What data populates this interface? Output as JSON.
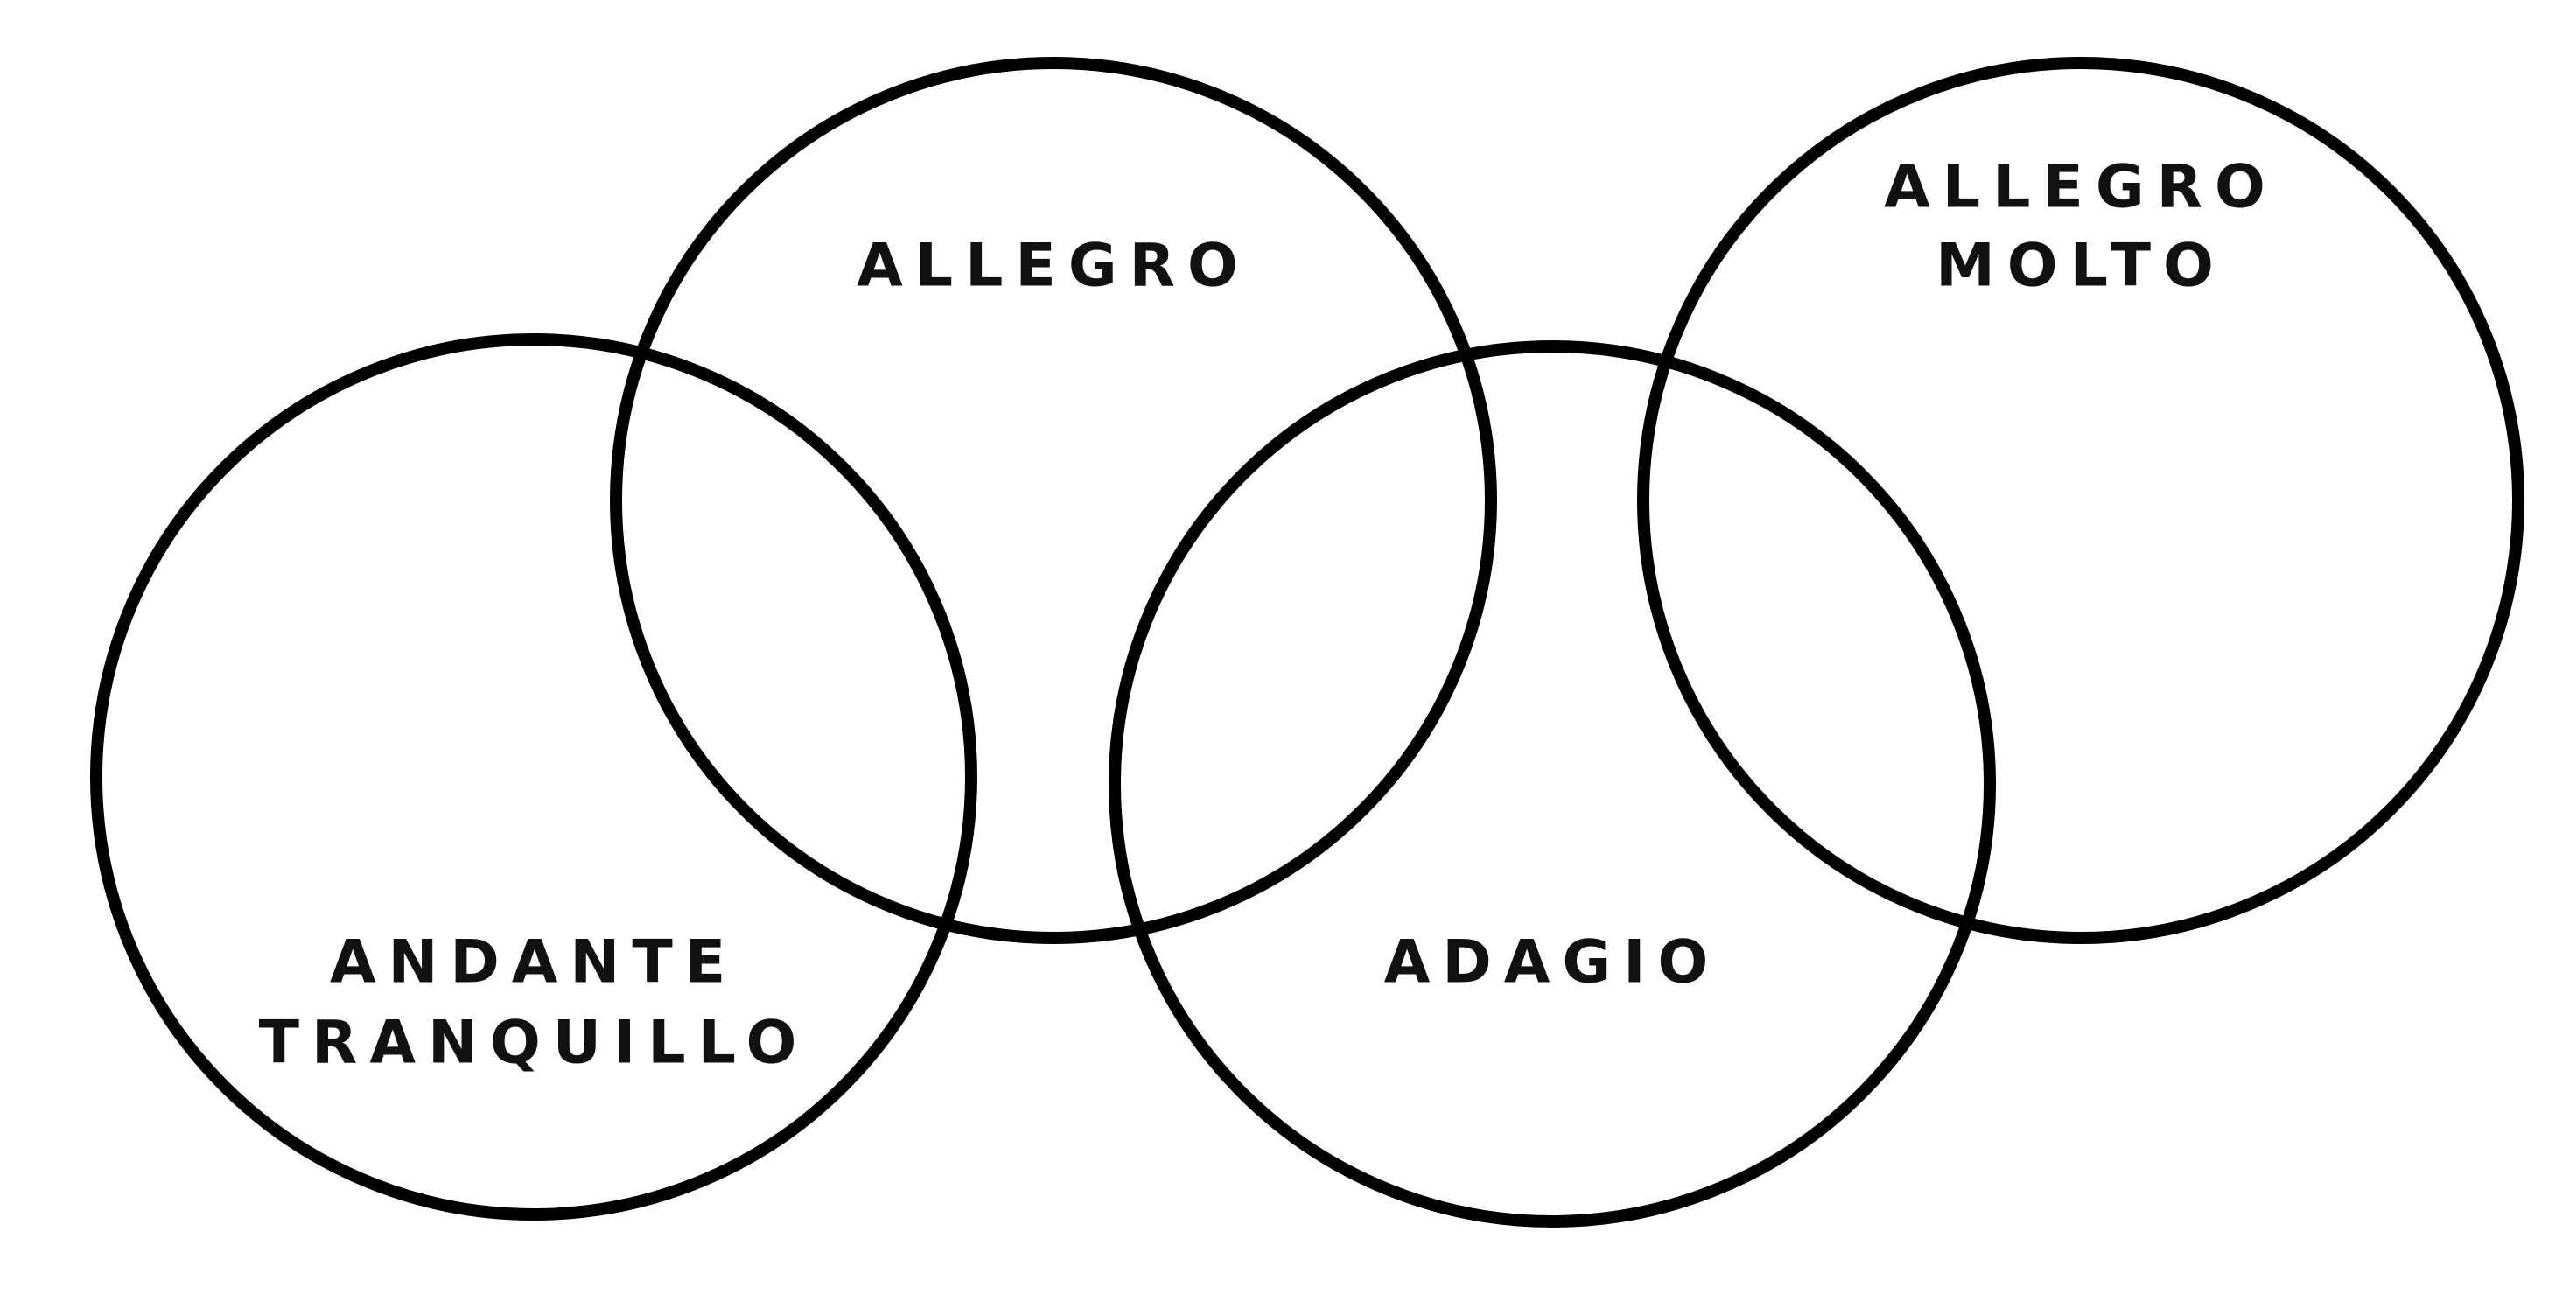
{
  "diagram": {
    "stroke_color": "#000000",
    "text_color": "#111111",
    "circles": [
      {
        "id": "andante-tranquillo",
        "lines": [
          "ANDANTE",
          "TRANQUILLO"
        ]
      },
      {
        "id": "allegro",
        "lines": [
          "ALLEGRO"
        ]
      },
      {
        "id": "adagio",
        "lines": [
          "ADAGIO"
        ]
      },
      {
        "id": "allegro-molto",
        "lines": [
          "ALLEGRO",
          "MOLTO"
        ]
      }
    ]
  }
}
